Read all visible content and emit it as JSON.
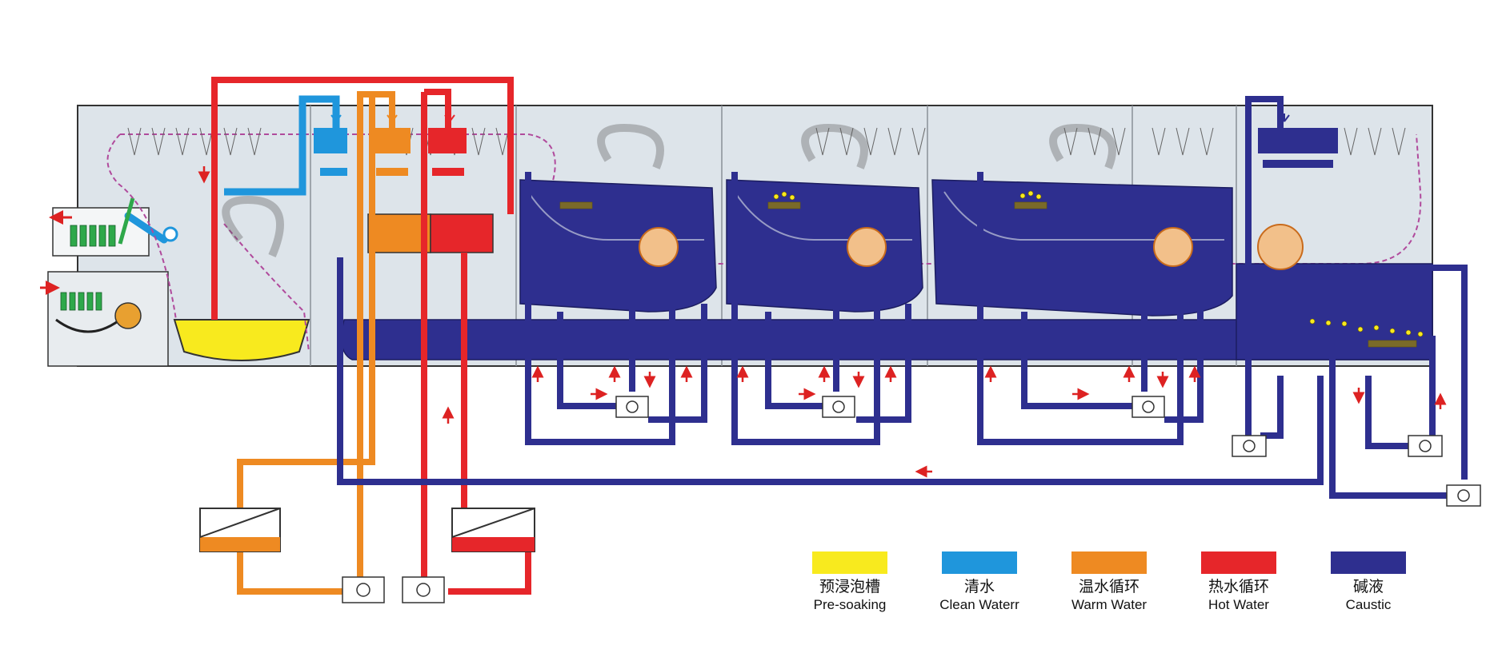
{
  "colors": {
    "pre_soaking": "#f8ea1e",
    "clean_water": "#1f96dc",
    "warm_water": "#ee8a22",
    "hot_water": "#e6262a",
    "caustic": "#2e2f8f",
    "tank_bg": "#dde4ea",
    "tank_border": "#333333"
  },
  "legend": [
    {
      "key": "pre_soaking",
      "zh": "预浸泡槽",
      "en": "Pre-soaking"
    },
    {
      "key": "clean_water",
      "zh": "清水",
      "en": "Clean Waterr"
    },
    {
      "key": "warm_water",
      "zh": "温水循环",
      "en": "Warm Water"
    },
    {
      "key": "hot_water",
      "zh": "热水循环",
      "en": "Hot Water"
    },
    {
      "key": "caustic",
      "zh": "碱液",
      "en": "Caustic"
    }
  ]
}
